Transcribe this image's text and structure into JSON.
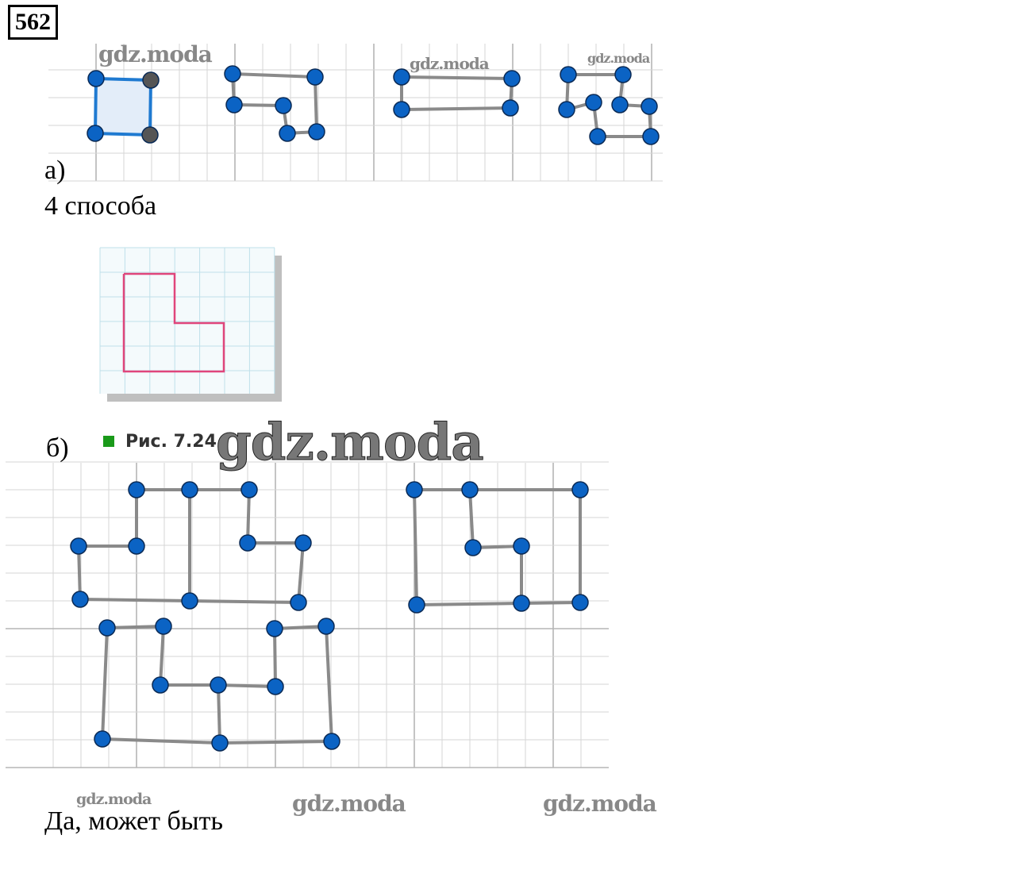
{
  "problem_number": "562",
  "part_a": {
    "label": "а)",
    "answer": "4 способа"
  },
  "part_b": {
    "label": "б)",
    "figure_caption": "Рис. 7.24",
    "answer": "Да, может быть"
  },
  "watermark": "gdz.moda",
  "colors": {
    "point": "#0b63c4",
    "segment": "#8a8a8a",
    "shape_outline": "#e0457b",
    "grid": "#d6d6d6",
    "caption_marker": "#1a9a1a"
  }
}
